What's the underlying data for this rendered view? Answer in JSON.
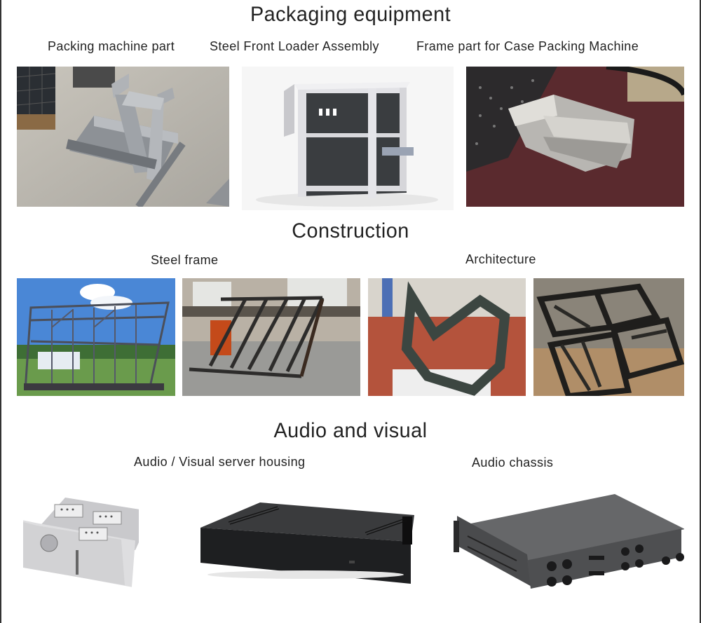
{
  "sections": [
    {
      "title": "Packaging equipment",
      "items": [
        {
          "caption": "Packing machine part",
          "image": "galvanized steel machine frame on concrete floor"
        },
        {
          "caption": "Steel Front Loader Assembly",
          "image": "rendered white aluminum front loader machine"
        },
        {
          "caption": "Frame part for Case Packing Machine",
          "image": "stainless sheet metal part on maroon leather chair"
        }
      ]
    },
    {
      "title": "Construction",
      "groups": [
        {
          "caption": "Steel frame",
          "images": [
            "steel building frame outdoors under blue sky",
            "dark steel frame in workshop"
          ]
        },
        {
          "caption": "Architecture",
          "images": [
            "dark green hexagonal steel frame on red floor",
            "black welded steel frames on pallet"
          ]
        }
      ]
    },
    {
      "title": "Audio and visual",
      "groups": [
        {
          "caption": "Audio / Visual server housing",
          "images": [
            "open silver server chassis",
            "black aluminum server housing with heatsink fins"
          ]
        },
        {
          "caption": "Audio chassis",
          "images": [
            "black 2U rack-mount audio chassis with XLR holes"
          ]
        }
      ]
    }
  ],
  "colors": {
    "text": "#222222",
    "border": "#333333",
    "background": "#ffffff"
  }
}
